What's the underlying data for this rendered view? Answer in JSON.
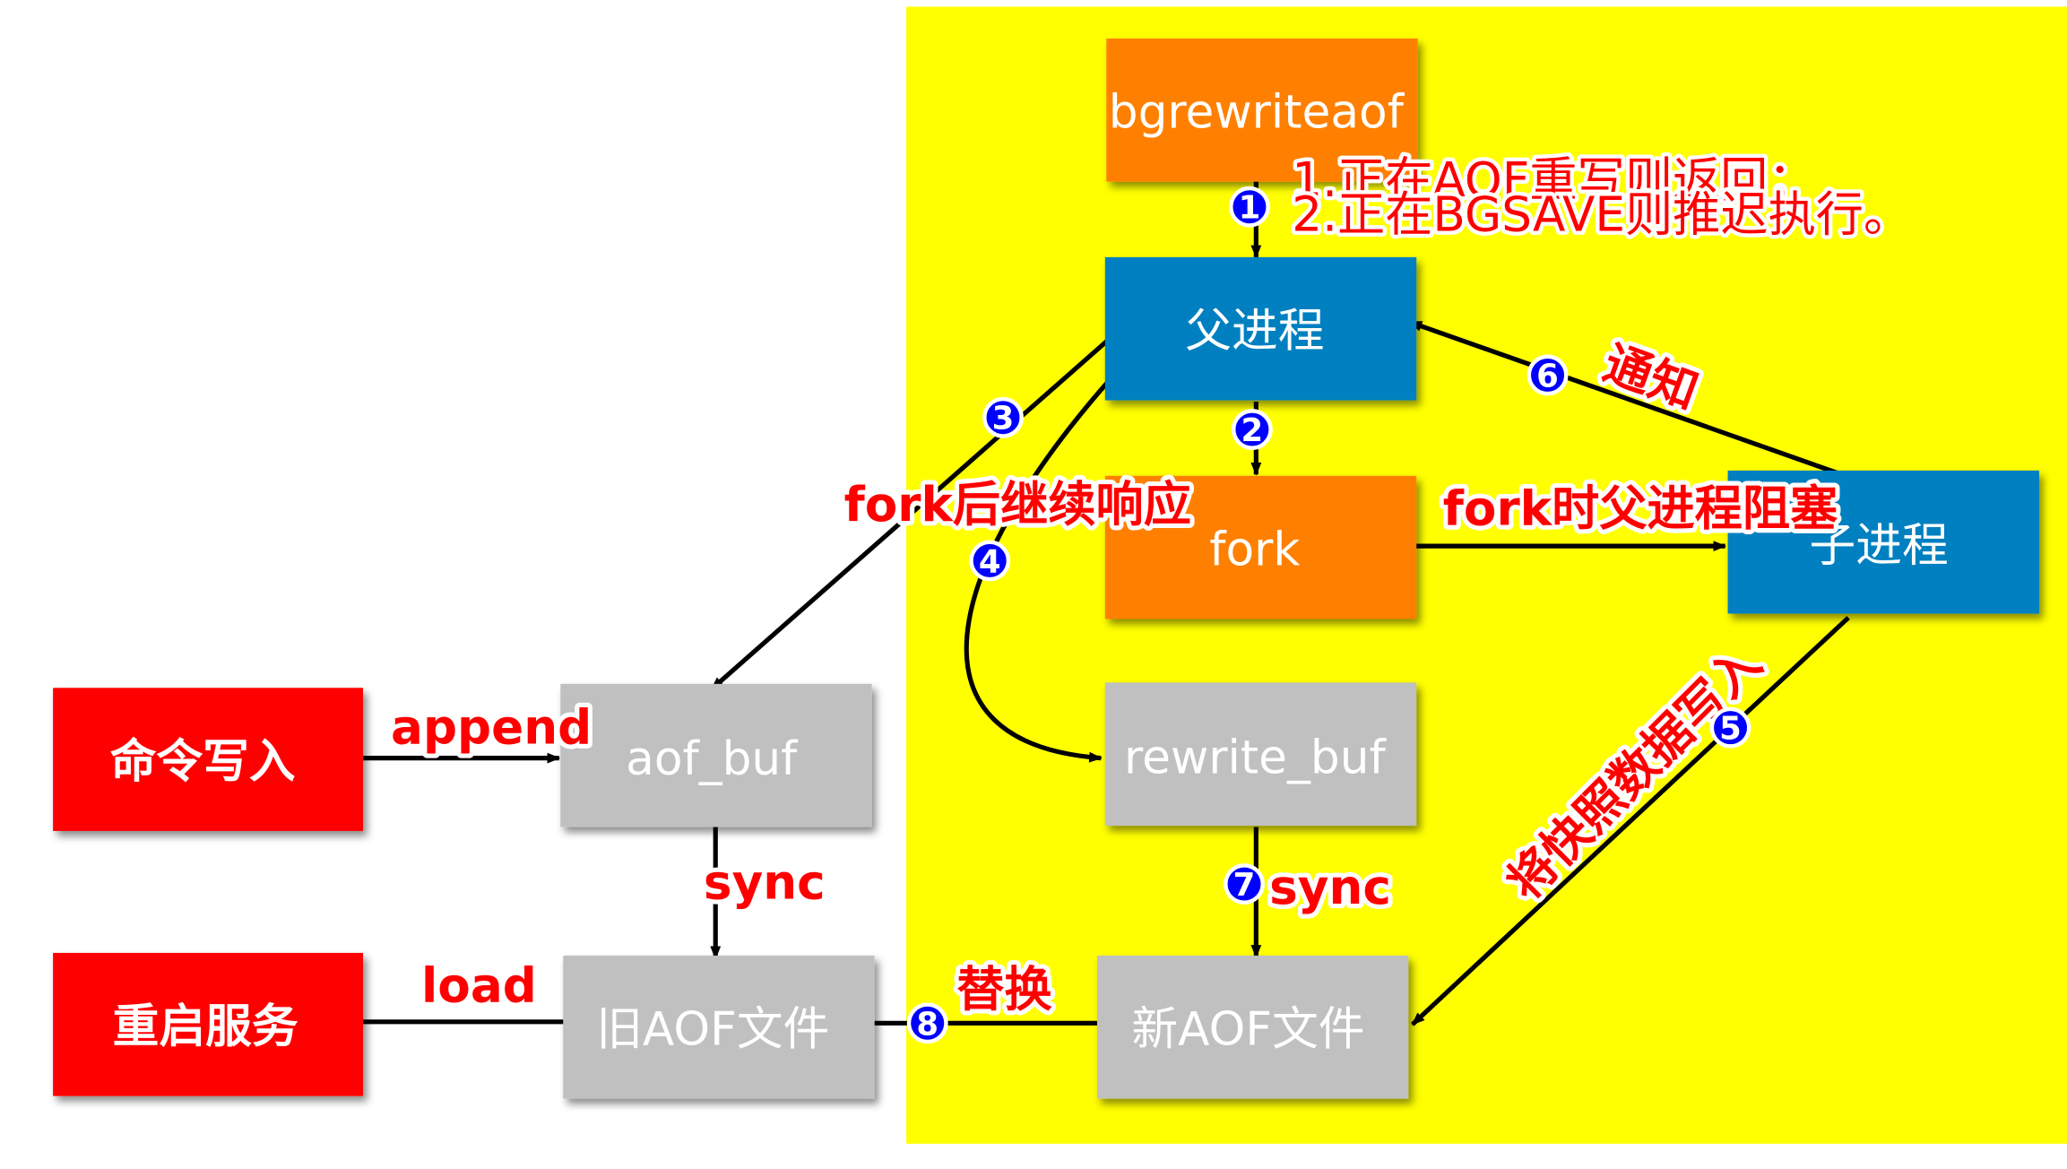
{
  "colors": {
    "highlight_region": "#ffff00",
    "orange": "#ff8000",
    "blue": "#0080c0",
    "gray": "#c0c0c0",
    "red": "#ff0000",
    "step_circle": "#0000ff",
    "label_text": "#ff0000"
  },
  "nodes": {
    "bgrewriteaof": "bgrewriteaof",
    "parent": "父进程",
    "fork": "fork",
    "child": "子进程",
    "rewrite_buf": "rewrite_buf",
    "aof_buf": "aof_buf",
    "cmd_write": "命令写入",
    "restart": "重启服务",
    "old_aof": "旧AOF文件",
    "new_aof": "新AOF文件"
  },
  "edges": {
    "append": "append",
    "sync_aof": "sync",
    "load": "load",
    "fork_continue": "fork后继续响应",
    "fork_block": "fork时父进程阻塞",
    "notify": "通知",
    "snapshot_write": "将快照数据写入",
    "sync_rewrite": "sync",
    "replace": "替换"
  },
  "notes": {
    "line1": "1.正在AOF重写则返回；",
    "line2": "2.正在BGSAVE则推迟执行。"
  },
  "steps": [
    "1",
    "2",
    "3",
    "4",
    "5",
    "6",
    "7",
    "8"
  ]
}
